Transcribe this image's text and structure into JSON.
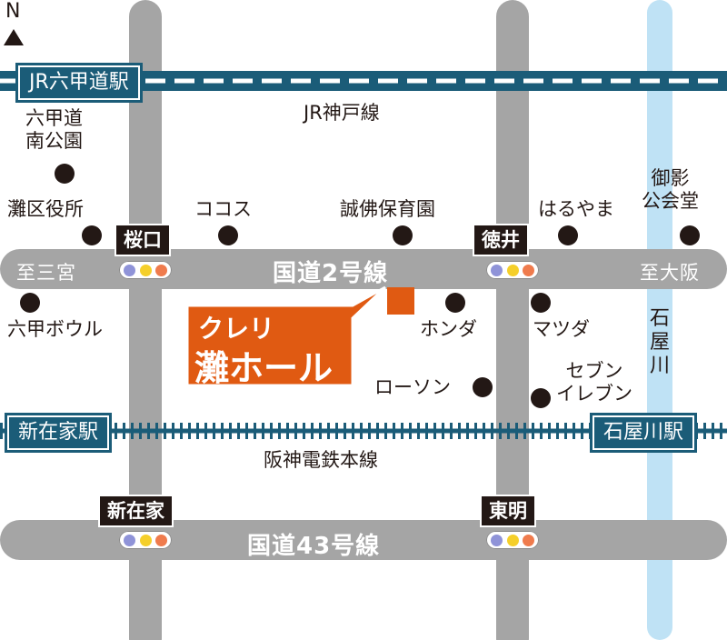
{
  "north": "N",
  "railways": {
    "jr_station": "JR六甲道駅",
    "jr_line": "JR神戸線",
    "hanshin_station_west": "新在家駅",
    "hanshin_station_east": "石屋川駅",
    "hanshin_line": "阪神電鉄本線"
  },
  "roads": {
    "route2": "国道2号線",
    "route43": "国道43号線",
    "to_west": "至三宮",
    "to_east": "至大阪"
  },
  "intersections": {
    "sakuraguchi": "桜口",
    "tokui": "徳井",
    "shinzaike": "新在家",
    "toumei": "東明"
  },
  "river": "石屋川",
  "landmarks": {
    "rokko_park": [
      "六甲道",
      "南公園"
    ],
    "nada_ward_office": "灘区役所",
    "cocos": "ココス",
    "seibutsu_nursery": "誠佛保育園",
    "haruyama": "はるやま",
    "mikage_hall": [
      "御影",
      "公会堂"
    ],
    "rokko_bowl": "六甲ボウル",
    "honda": "ホンダ",
    "mazda": "マツダ",
    "lawson": "ローソン",
    "seven_eleven": [
      "セブン",
      "イレブン"
    ]
  },
  "destination": {
    "line1": "クレリ",
    "line2": "灘ホール",
    "color": "#e05a12"
  },
  "colors": {
    "road": "#a5a5a5",
    "railway": "#1b5c78",
    "river": "#bfe2f5",
    "signal_blue": "#8f93d8",
    "signal_yellow": "#f5cf2a",
    "signal_red": "#ef7b4d"
  }
}
